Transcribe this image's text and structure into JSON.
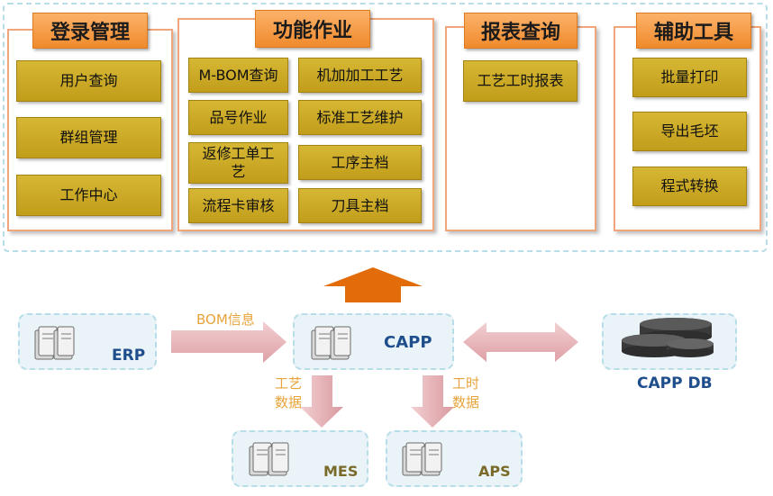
{
  "panels": {
    "login": {
      "title": "登录管理",
      "items": [
        "用户查询",
        "群组管理",
        "工作中心"
      ]
    },
    "function": {
      "title": "功能作业",
      "items": [
        "M-BOM查询",
        "机加加工工艺",
        "品号作业",
        "标准工艺维护",
        "返修工单工艺",
        "工序主档",
        "流程卡审核",
        "刀具主档"
      ]
    },
    "report": {
      "title": "报表查询",
      "items": [
        "工艺工时报表"
      ]
    },
    "aux": {
      "title": "辅助工具",
      "items": [
        "批量打印",
        "导出毛坯",
        "程式转换"
      ]
    }
  },
  "flow": {
    "nodes": {
      "erp": "ERP",
      "capp": "CAPP",
      "capp_db": "CAPP DB",
      "mes": "MES",
      "aps": "APS"
    },
    "edges": {
      "bom_info": "BOM信息",
      "process_data_1": "工艺",
      "process_data_2": "数据",
      "hour_data_1": "工时",
      "hour_data_2": "数据"
    }
  },
  "colors": {
    "title_orange": "#f08a2c",
    "menu_gold": "#c9a722",
    "arrow_pink": "#e8b4b8",
    "up_arrow": "#e36c0a",
    "node_label": "#1f4e8c",
    "edge_label": "#e8a33a"
  }
}
